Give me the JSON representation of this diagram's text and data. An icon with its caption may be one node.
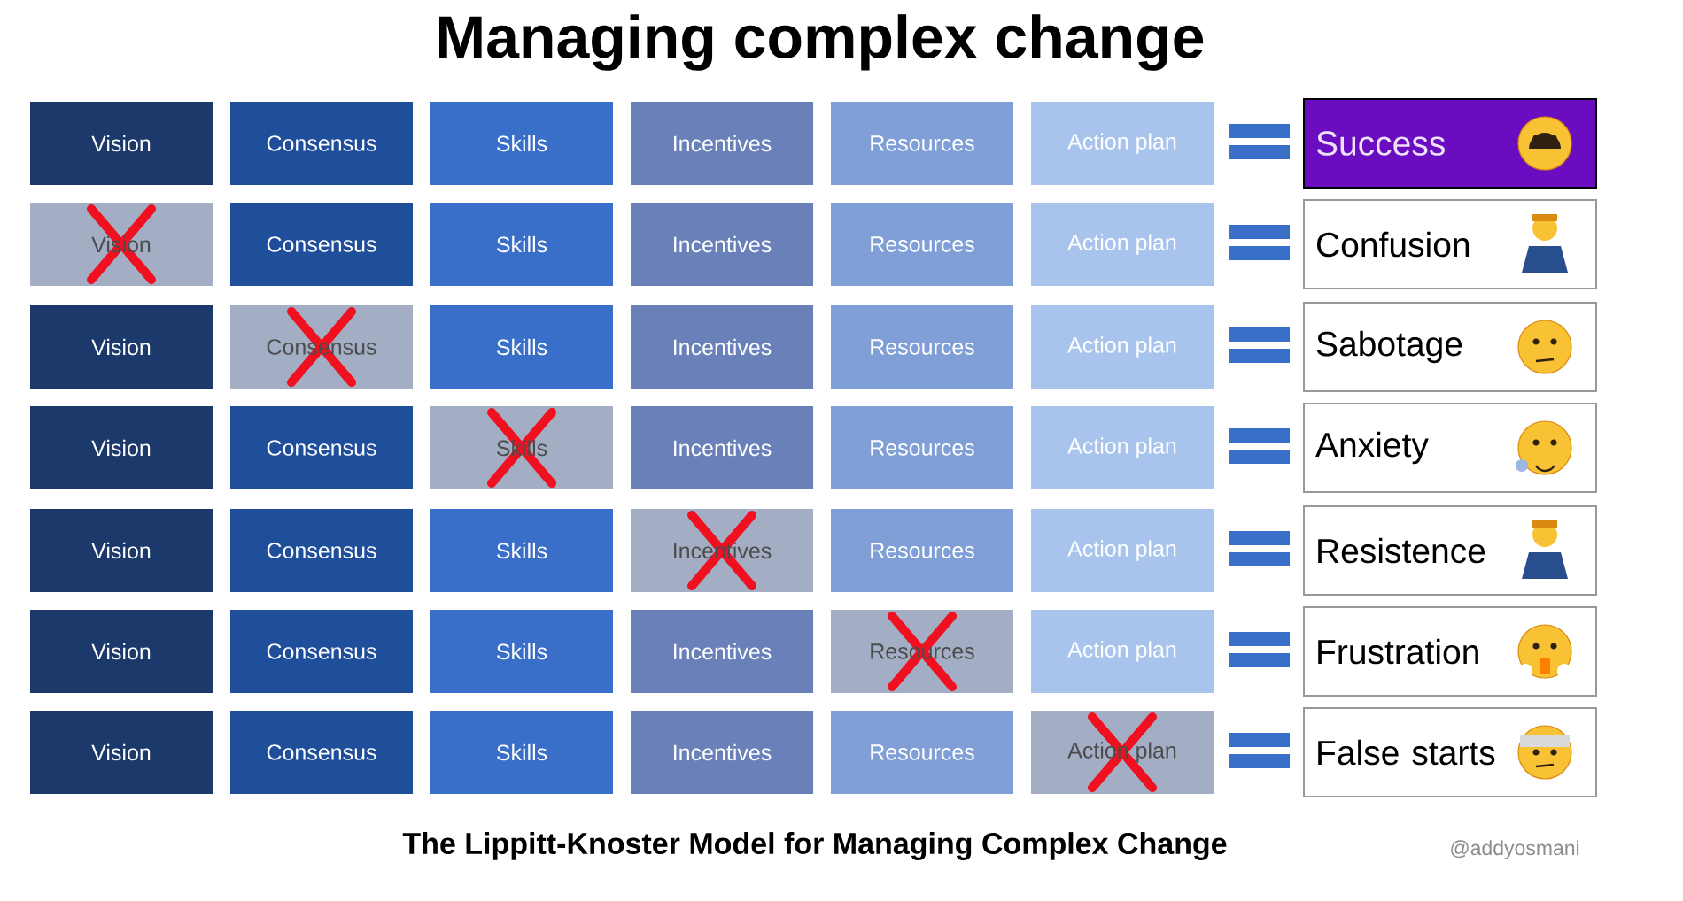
{
  "diagram": {
    "title": "Managing complex change",
    "caption": "The Lippitt-Knoster Model for Managing Complex Change",
    "nodes": [
      {
        "text": [
          "Vision"
        ]
      },
      {
        "text": [
          "Consensus"
        ]
      },
      {
        "text": [
          "Skills"
        ]
      },
      {
        "text": [
          "Incentives"
        ]
      },
      {
        "text": [
          "Resources"
        ]
      },
      {
        "text": [
          "Action plan"
        ]
      },
      {
        "text": [
          "Success"
        ]
      },
      {
        "text": [
          "Vision"
        ]
      },
      {
        "text": [
          "Consensus"
        ]
      },
      {
        "text": [
          "Skills"
        ]
      },
      {
        "text": [
          "Incentives"
        ]
      },
      {
        "text": [
          "Resources"
        ]
      },
      {
        "text": [
          "Action plan"
        ]
      },
      {
        "text": [
          "Confusion"
        ]
      },
      {
        "text": [
          "Vision"
        ]
      },
      {
        "text": [
          "Consensus"
        ]
      },
      {
        "text": [
          "Skills"
        ]
      },
      {
        "text": [
          "Incentives"
        ]
      },
      {
        "text": [
          "Resources"
        ]
      },
      {
        "text": [
          "Action plan"
        ]
      },
      {
        "text": [
          "Sabotage"
        ]
      },
      {
        "text": [
          "Vision"
        ]
      },
      {
        "text": [
          "Consensus"
        ]
      },
      {
        "text": [
          "Skills"
        ]
      },
      {
        "text": [
          "Incentives"
        ]
      },
      {
        "text": [
          "Resources"
        ]
      },
      {
        "text": [
          "Action plan"
        ]
      },
      {
        "text": [
          "Anxiety"
        ]
      },
      {
        "text": [
          "Vision"
        ]
      },
      {
        "text": [
          "Consensus"
        ]
      },
      {
        "text": [
          "Skills"
        ]
      },
      {
        "text": [
          "Incentives"
        ]
      },
      {
        "text": [
          "Resources"
        ]
      },
      {
        "text": [
          "Action plan"
        ]
      },
      {
        "text": [
          "Resistence"
        ]
      },
      {
        "text": [
          "Vision"
        ]
      },
      {
        "text": [
          "Consensus"
        ]
      },
      {
        "text": [
          "Skills"
        ]
      },
      {
        "text": [
          "Incentives"
        ]
      },
      {
        "text": [
          "Resources"
        ]
      },
      {
        "text": [
          "Action plan"
        ]
      },
      {
        "text": [
          "Frustration"
        ]
      },
      {
        "text": [
          "Vision"
        ]
      },
      {
        "text": [
          "Consensus"
        ]
      },
      {
        "text": [
          "Skills"
        ]
      },
      {
        "text": [
          "Incentives"
        ]
      },
      {
        "text": [
          "Resources"
        ]
      },
      {
        "text": [
          "Action plan"
        ]
      },
      {
        "text": [
          "False starts"
        ]
      }
    ],
    "labels": [
      "@addyosmani"
    ]
  }
}
